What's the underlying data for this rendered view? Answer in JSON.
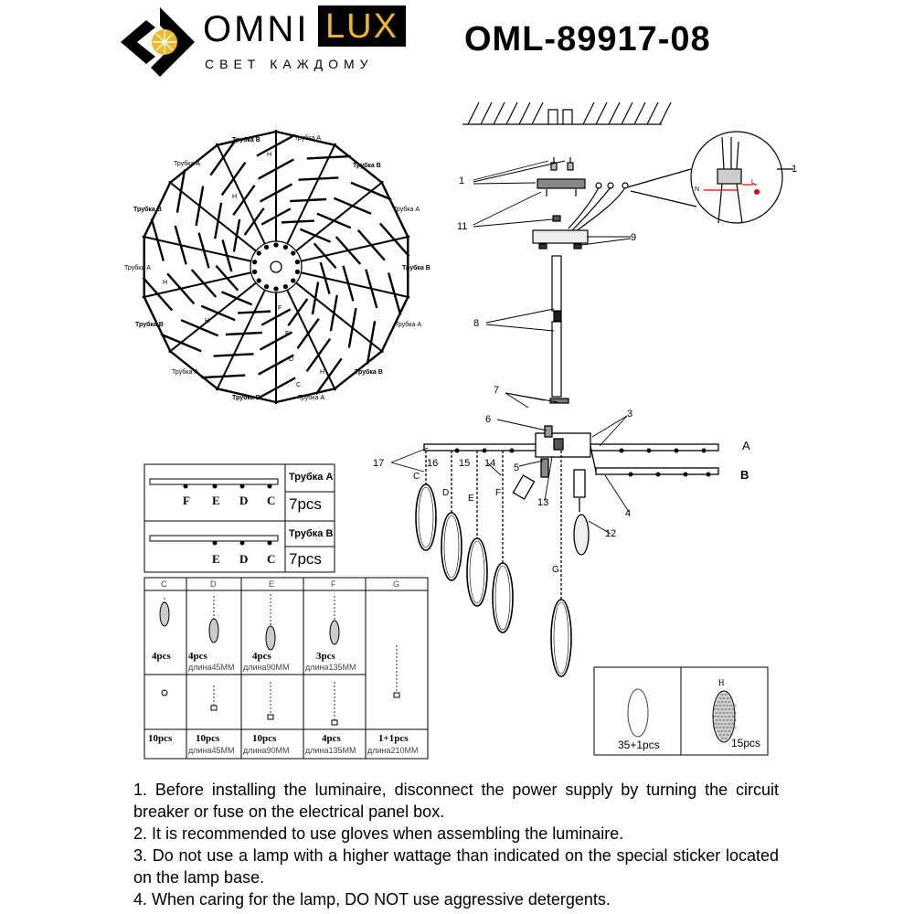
{
  "brand": {
    "name_part1": "OMNI",
    "name_part2": "LUX",
    "tagline": "СВЕТ КАЖДОМУ",
    "accent_color": "#f2b81d"
  },
  "model": "OML-89917-08",
  "top_view": {
    "labels": [
      "Трубка В",
      "Трубка А",
      "Трубка А",
      "Трубка В",
      "Трубка В",
      "Трубка А",
      "Трубка А",
      "Трубка В",
      "Трубка В",
      "Трубка А",
      "Трубка А",
      "Трубка В",
      "Трубка В",
      "Трубка А"
    ],
    "marker_h": "H",
    "marker_f": "F",
    "marker_e": "E",
    "marker_d": "D",
    "marker_c": "C"
  },
  "assembly": {
    "callouts": [
      "1",
      "11",
      "9",
      "8",
      "7",
      "6",
      "3",
      "17",
      "16",
      "15",
      "14",
      "5",
      "13",
      "4",
      "12",
      "1"
    ],
    "arm_a": "A",
    "arm_b": "B",
    "pendant_letters": [
      "C",
      "D",
      "E",
      "F",
      "G"
    ],
    "wire_n": "N",
    "wire_l": "L"
  },
  "tubes": [
    {
      "name": "Трубка А",
      "count": "7pcs",
      "letters": [
        "F",
        "E",
        "D",
        "C"
      ]
    },
    {
      "name": "Трубка В",
      "count": "7pcs",
      "letters": [
        "E",
        "D",
        "C"
      ]
    }
  ],
  "parts_table": {
    "headers": [
      "C",
      "D",
      "E",
      "F",
      "G"
    ],
    "row1": [
      "4pcs",
      "4pcs",
      "4pcs",
      "3pcs"
    ],
    "row1_len": [
      "",
      "длина45MM",
      "длина90MM",
      "длина135MM"
    ],
    "row2": [
      "10pcs",
      "10pcs",
      "10pcs",
      "4pcs",
      "1+1pcs"
    ],
    "row2_len": [
      "",
      "длина45MM",
      "длина90MM",
      "длина135MM",
      "длина210MM"
    ]
  },
  "crystals": [
    {
      "qty": "35+1pcs",
      "label": ""
    },
    {
      "qty": "15pcs",
      "label": "H"
    }
  ],
  "instructions": [
    "1. Before installing the luminaire, disconnect the power supply by turning the circuit breaker or fuse on the electrical panel box.",
    "2. It is recommended to use gloves when assembling the luminaire.",
    "3. Do not use a lamp with a higher wattage than indicated on the special sticker located on the lamp base.",
    "4. When caring for the lamp, DO NOT use aggressive detergents."
  ]
}
